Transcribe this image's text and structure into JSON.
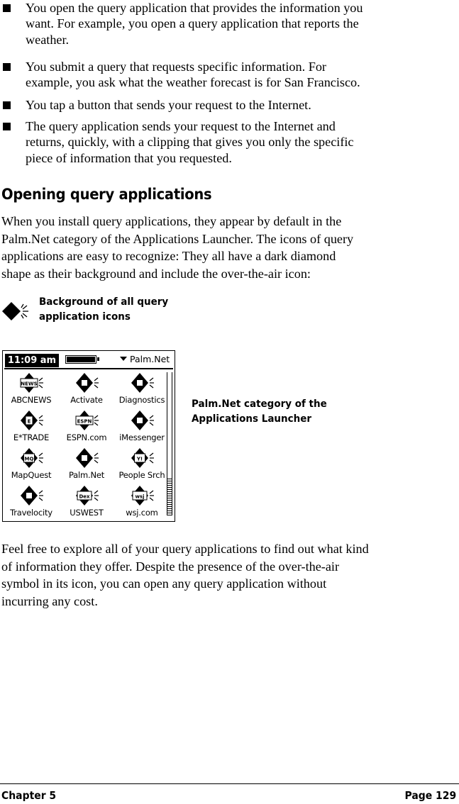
{
  "bullets": [
    [
      "You open the query application that provides the information you",
      "want. For example, you open a query application that reports the",
      "weather."
    ],
    [
      "You submit a query that requests specific information. For",
      "example, you ask what the weather forecast is for San Francisco."
    ],
    [
      "You tap a button that sends your request to the Internet."
    ],
    [
      "The query application sends your request to the Internet and",
      "returns, quickly, with a clipping that gives you only the specific",
      "piece of information that you requested."
    ]
  ],
  "heading": "Opening query applications",
  "intro_paragraph": [
    "When you install query applications, they appear by default in the",
    "Palm.Net category of the Applications Launcher. The icons of query",
    "applications are easy to recognize: They all have a dark diamond",
    "shape as their background and include the over-the-air icon:"
  ],
  "diamond_caption": [
    "Background of all query",
    "application icons"
  ],
  "launcher": {
    "time": "11:09 am",
    "category": "Palm.Net",
    "apps": [
      {
        "label": "ABCNEWS",
        "icon": "abcnews-icon",
        "badge": "NEWS"
      },
      {
        "label": "Activate",
        "icon": "activate-icon",
        "badge": ""
      },
      {
        "label": "Diagnostics",
        "icon": "diagnostics-icon",
        "badge": ""
      },
      {
        "label": "E*TRADE",
        "icon": "etrade-icon",
        "badge": "E"
      },
      {
        "label": "ESPN.com",
        "icon": "espn-icon",
        "badge": "ESPN"
      },
      {
        "label": "iMessenger",
        "icon": "imessenger-icon",
        "badge": ""
      },
      {
        "label": "MapQuest",
        "icon": "mapquest-icon",
        "badge": "MQ"
      },
      {
        "label": "Palm.Net",
        "icon": "palmnet-icon",
        "badge": ""
      },
      {
        "label": "People Srch",
        "icon": "people-search-icon",
        "badge": "Y!"
      },
      {
        "label": "Travelocity",
        "icon": "travelocity-icon",
        "badge": ""
      },
      {
        "label": "USWEST",
        "icon": "uswest-icon",
        "badge": "Dex"
      },
      {
        "label": "wsj.com",
        "icon": "wsj-icon",
        "badge": "wsj"
      }
    ]
  },
  "launcher_caption": [
    "Palm.Net category of the",
    "Applications Launcher"
  ],
  "closing_paragraph": [
    "Feel free to explore all of your query applications to find out what kind",
    "of information they offer. Despite the presence of the over-the-air",
    "symbol in its icon, you can open any query application without",
    "incurring any cost."
  ],
  "footer": {
    "chapter": "Chapter 5",
    "page": "Page 129"
  }
}
